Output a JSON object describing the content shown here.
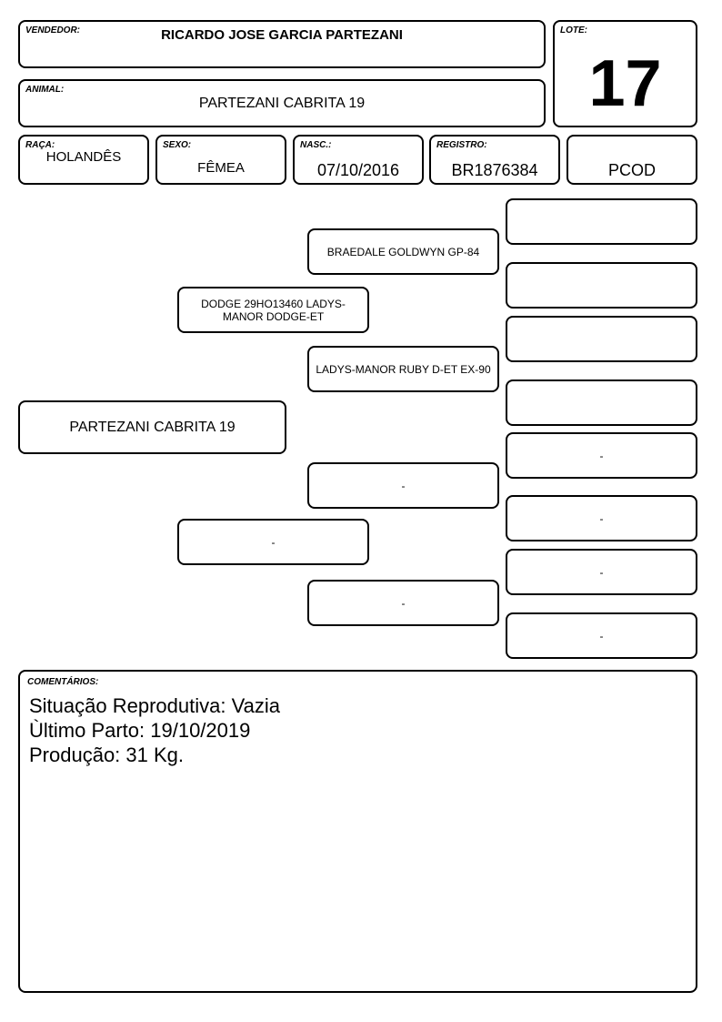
{
  "header": {
    "vendedor_label": "VENDEDOR:",
    "vendedor_value": "RICARDO JOSE GARCIA PARTEZANI",
    "lote_label": "LOTE:",
    "lote_value": "17",
    "animal_label": "ANIMAL:",
    "animal_value": "PARTEZANI CABRITA 19"
  },
  "fields": {
    "raca_label": "RAÇA:",
    "raca_value": "HOLANDÊS",
    "sexo_label": "SEXO:",
    "sexo_value": "FÊMEA",
    "nasc_label": "NASC.:",
    "nasc_value": "07/10/2016",
    "registro_label": "REGISTRO:",
    "registro_value": "BR1876384",
    "category_value": "PCOD"
  },
  "pedigree": {
    "animal": "PARTEZANI CABRITA 19",
    "sire": "DODGE 29HO13460 LADYS-MANOR DODGE-ET",
    "dam": "-",
    "sire_sire": "BRAEDALE GOLDWYN GP-84",
    "sire_dam": "LADYS-MANOR RUBY D-ET EX-90",
    "dam_sire": "-",
    "dam_dam": "-",
    "ggp": [
      "",
      "",
      "",
      "",
      "-",
      "-",
      "-",
      "-"
    ]
  },
  "comments": {
    "label": "COMENTÁRIOS:",
    "lines": [
      "Situação Reprodutiva: Vazia",
      "Ùltimo Parto: 19/10/2019",
      "Produção: 31 Kg."
    ]
  }
}
